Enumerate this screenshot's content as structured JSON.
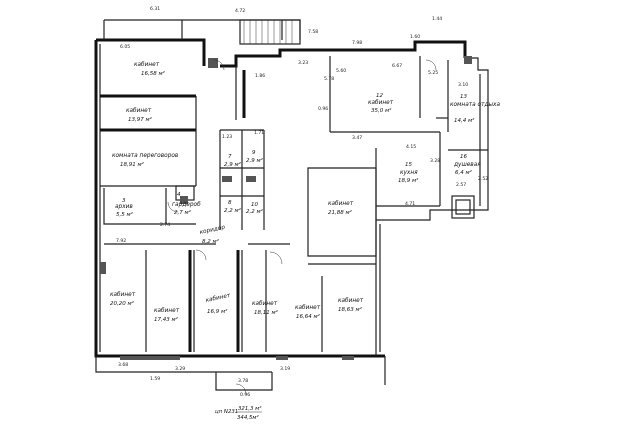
{
  "rooms": [
    {
      "id": "r1",
      "name": "кабинет",
      "area": "16,58 м²"
    },
    {
      "id": "r2",
      "name": "кабинет",
      "area": "13,97 м²"
    },
    {
      "id": "r3",
      "name": "комната переговоров",
      "area": "18,91 м²"
    },
    {
      "id": "r4",
      "name": "архив",
      "area": "5,5 м²",
      "num": "3"
    },
    {
      "id": "r5",
      "name": "гардероб",
      "area": "2,7 м²",
      "num": "4"
    },
    {
      "id": "r6",
      "name": "коридор",
      "area": "8,2 м²"
    },
    {
      "id": "r7",
      "name": "",
      "area": "2,9 м²",
      "num": "7"
    },
    {
      "id": "r8",
      "name": "",
      "area": "2,9 м²",
      "num": "9"
    },
    {
      "id": "r9",
      "name": "",
      "area": "2,2 м²",
      "num": "8"
    },
    {
      "id": "r10",
      "name": "",
      "area": "2,2 м²",
      "num": "10"
    },
    {
      "id": "r11",
      "name": "кабинет",
      "area": "35,0 м²",
      "num": "12"
    },
    {
      "id": "r12",
      "name": "комната отдыха",
      "area": "14,4 м²",
      "num": "13"
    },
    {
      "id": "r13",
      "name": "кухня",
      "area": "18,9 м²",
      "num": "15"
    },
    {
      "id": "r14",
      "name": "душевая",
      "area": "6,4 м²",
      "num": "16"
    },
    {
      "id": "r15",
      "name": "кабинет",
      "area": "21,88 м²"
    },
    {
      "id": "r16",
      "name": "кабинет",
      "area": "20,20 м²"
    },
    {
      "id": "r17",
      "name": "кабинет",
      "area": "17,43 м²"
    },
    {
      "id": "r18",
      "name": "кабинет",
      "area": "16,9 м²"
    },
    {
      "id": "r19",
      "name": "кабинет",
      "area": "18,11 м²"
    },
    {
      "id": "r20",
      "name": "кабинет",
      "area": "16,64 м²"
    },
    {
      "id": "r21",
      "name": "кабинет",
      "area": "18,63 м²"
    }
  ],
  "dimensions": [
    "6.31",
    "4.72",
    "1.44",
    "6.05",
    "7.58",
    "3.23",
    "7.98",
    "1.60",
    "1.86",
    "5.78",
    "5.60",
    "6.67",
    "5.25",
    "3.10",
    "1.23",
    "0.96",
    "1.71",
    "3.47",
    "4.15",
    "3.28",
    "2.57",
    "2.52",
    "4.71",
    "7.92",
    "2.74",
    "3.68",
    "3.29",
    "3.19",
    "1.59",
    "3.78",
    "0.96"
  ],
  "footer": {
    "label": "цп N231",
    "total_1": "321,3 м²",
    "total_2": "344,5м²"
  }
}
